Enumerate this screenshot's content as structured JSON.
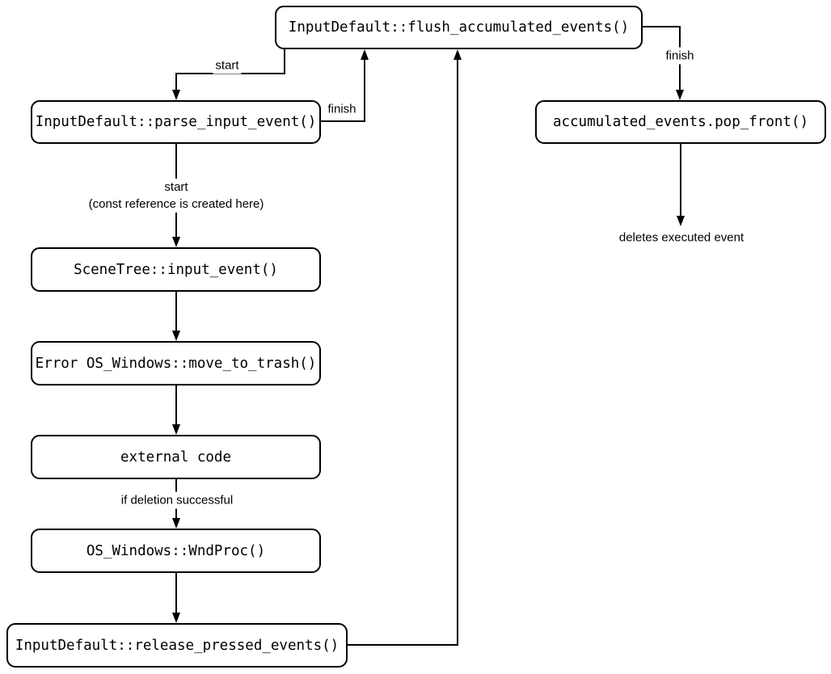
{
  "nodes": {
    "flush": "InputDefault::flush_accumulated_events()",
    "parse": "InputDefault::parse_input_event()",
    "pop_front": "accumulated_events.pop_front()",
    "scene_tree": "SceneTree::input_event()",
    "move_to_trash": "Error OS_Windows::move_to_trash()",
    "external_code": "external code",
    "wnd_proc": "OS_Windows::WndProc()",
    "release": "InputDefault::release_pressed_events()"
  },
  "edge_labels": {
    "start_flush_to_parse": "start",
    "finish_parse_to_flush": "finish",
    "finish_flush_to_pop_front": "finish",
    "start_parse_to_scene_tree_line1": "start",
    "start_parse_to_scene_tree_line2": "(const reference is created here)",
    "if_deletion_successful": "if deletion successful",
    "deletes_executed_event": "deletes executed event"
  },
  "colors": {
    "background": "#ffffff",
    "stroke": "#000000",
    "text": "#000000"
  }
}
